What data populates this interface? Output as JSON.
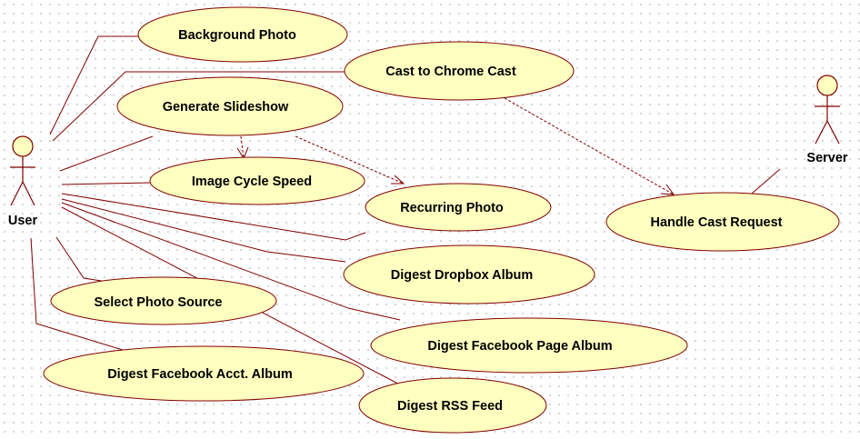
{
  "actors": {
    "user": "User",
    "server": "Server"
  },
  "use_cases": {
    "background_photo": "Background Photo",
    "cast_to_chrome_cast": "Cast to Chrome Cast",
    "generate_slideshow": "Generate Slideshow",
    "image_cycle_speed": "Image Cycle Speed",
    "recurring_photo": "Recurring Photo",
    "handle_cast_request": "Handle Cast Request",
    "digest_dropbox_album": "Digest Dropbox Album",
    "select_photo_source": "Select Photo Source",
    "digest_facebook_page_album": "Digest Facebook Page Album",
    "digest_facebook_acct_album": "Digest Facebook Acct. Album",
    "digest_rss_feed": "Digest RSS Feed"
  },
  "colors": {
    "use_case_fill": "#ffffc0",
    "line": "#800000",
    "grid_dot": "#c8c8c8"
  }
}
